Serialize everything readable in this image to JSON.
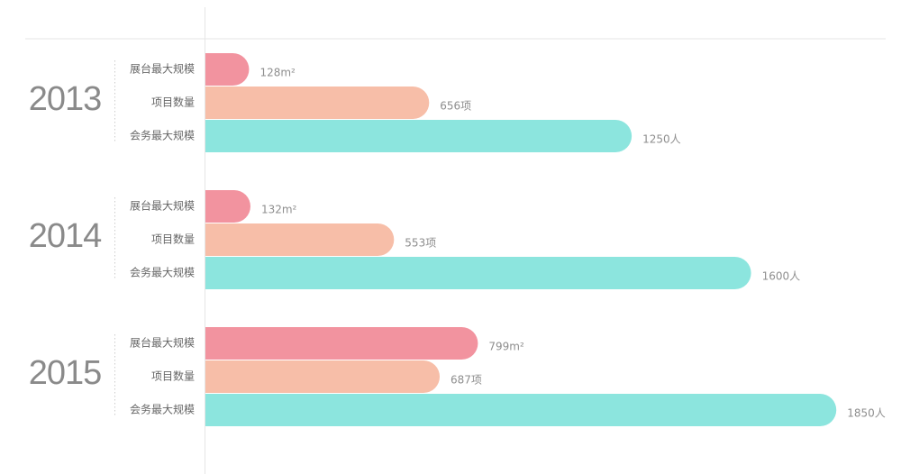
{
  "chart_data": {
    "type": "bar",
    "orientation": "horizontal",
    "grid": false,
    "colors": [
      "#f2939f",
      "#f7bea8",
      "#8ce5de"
    ],
    "groups": [
      {
        "year": "2013",
        "bars": [
          {
            "label": "展台最大规模",
            "value": 128,
            "display": "128m²"
          },
          {
            "label": "项目数量",
            "value": 656,
            "display": "656项"
          },
          {
            "label": "会务最大规模",
            "value": 1250,
            "display": "1250人"
          }
        ]
      },
      {
        "year": "2014",
        "bars": [
          {
            "label": "展台最大规模",
            "value": 132,
            "display": "132m²"
          },
          {
            "label": "项目数量",
            "value": 553,
            "display": "553项"
          },
          {
            "label": "会务最大规模",
            "value": 1600,
            "display": "1600人"
          }
        ]
      },
      {
        "year": "2015",
        "bars": [
          {
            "label": "展台最大规模",
            "value": 799,
            "display": "799m²"
          },
          {
            "label": "项目数量",
            "value": 687,
            "display": "687项"
          },
          {
            "label": "会务最大规模",
            "value": 1850,
            "display": "1850人"
          }
        ]
      }
    ]
  }
}
